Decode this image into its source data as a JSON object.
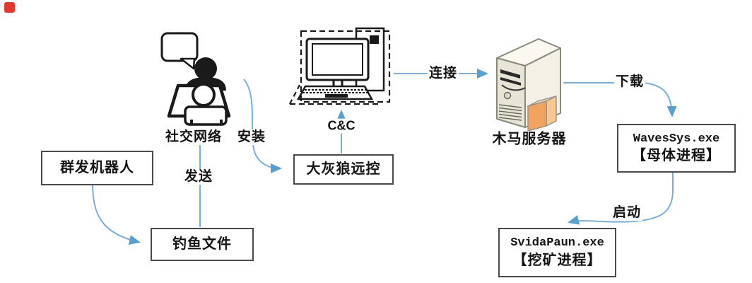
{
  "nodes": {
    "robot": {
      "label": "群发机器人"
    },
    "phishing": {
      "label": "钓鱼文件"
    },
    "wolf": {
      "label": "大灰狼远控"
    },
    "waves": {
      "line1": "WavesSys.exe",
      "line2": "【母体进程】"
    },
    "svida": {
      "line1": "SvidaPaun.exe",
      "line2": "【挖矿进程】"
    }
  },
  "labels": {
    "social_network": "社交网络",
    "install": "安装",
    "send": "发送",
    "cc": "C&C",
    "connect": "连接",
    "trojan_server": "木马服务器",
    "download": "下载",
    "launch": "启动"
  },
  "icons": {
    "red_marker": "red-square-bullet",
    "person": "social-network-user",
    "computer": "cc-control-computer",
    "server": "trojan-server-tower"
  },
  "colors": {
    "arrow_line": "#7bafd7",
    "arrow_head": "#5b9fd0",
    "box_border": "#4a4a4a",
    "icon_ink": "#1a1a1a",
    "marker_red": "#e03a2f",
    "server_front": "#e9e5d6",
    "server_side": "#f3f0e5",
    "server_top": "#faf8ef",
    "server_outline": "#8a897c",
    "crate_front": "#f2a360",
    "crate_side": "#f7c793",
    "crate_top": "#fbdcb8"
  }
}
